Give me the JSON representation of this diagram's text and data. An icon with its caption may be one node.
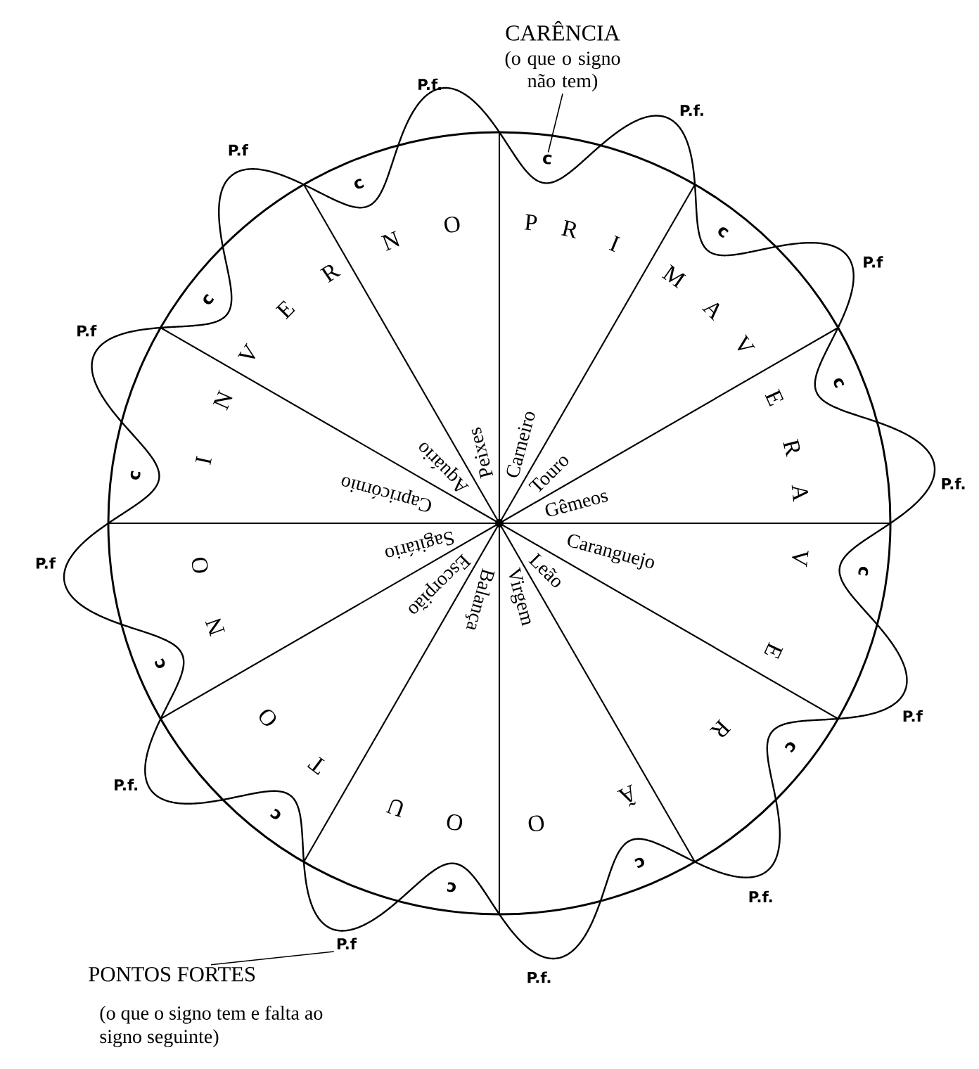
{
  "diagram": {
    "nodes": [
      {
        "text": [
          "CARÊNCIA",
          "(o que o signo não tem)"
        ]
      },
      {
        "text": [
          "c"
        ]
      },
      {
        "text": [
          "PONTOS FORTES",
          "(o que o signo tem e falta ao signo seguinte)"
        ]
      },
      {
        "text": [
          "P.f"
        ]
      }
    ],
    "edges": [
      {
        "from": 0,
        "to": 1,
        "arrow": "none"
      },
      {
        "from": 2,
        "to": 3,
        "arrow": "none"
      }
    ],
    "labels": [
      "Carneiro",
      "Touro",
      "Gêmeos",
      "Caranguejo",
      "Leão",
      "Virgem",
      "Balança",
      "Escorpião",
      "Sagitário",
      "Capricórnio",
      "Aquário",
      "Peixes",
      "P",
      "R",
      "I",
      "M",
      "A",
      "V",
      "E",
      "R",
      "A",
      "V",
      "E",
      "R",
      "Ã",
      "O",
      "O",
      "U",
      "T",
      "O",
      "N",
      "O",
      "I",
      "N",
      "V",
      "E",
      "R",
      "N",
      "O",
      "c",
      "c",
      "c",
      "c",
      "c",
      "c",
      "c",
      "c",
      "c",
      "c",
      "c",
      "P.f.",
      "P.f",
      "P.f.",
      "P.f",
      "P.f.",
      "P.f.",
      "P.f.",
      "P.f",
      "P.f",
      "P.f",
      "P.f."
    ]
  }
}
